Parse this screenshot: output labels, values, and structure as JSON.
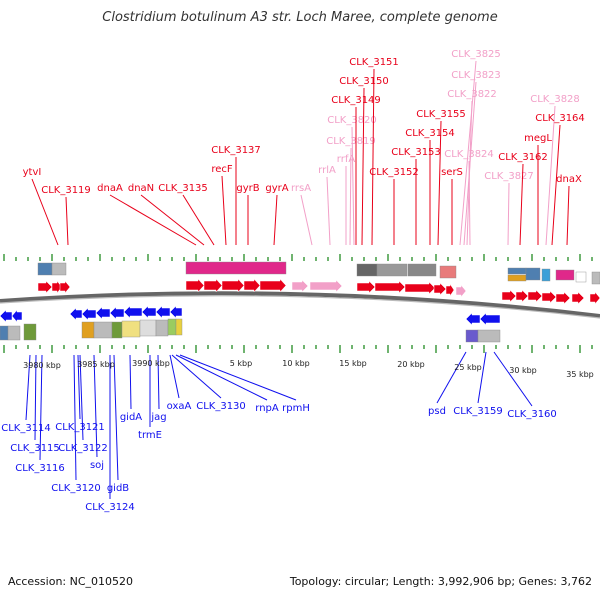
{
  "title": "Clostridium botulinum A3 str. Loch Maree, complete genome",
  "footer": {
    "accession": "Accession: NC_010520",
    "summary": "Topology: circular; Length: 3,992,906 bp; Genes: 3,762"
  },
  "colors": {
    "forward": "#e8001a",
    "reverse": "#1010ee",
    "rna": "#f2a0c8",
    "backbone": "#666666",
    "tick": "#228b22"
  },
  "scale_labels": [
    "3980 kbp",
    "3985 kbp",
    "3990 kbp",
    "5 kbp",
    "10 kbp",
    "15 kbp",
    "20 kbp",
    "25 kbp",
    "30 kbp",
    "35 kbp"
  ],
  "top_labels": [
    {
      "text": "ytvI",
      "kind": "gene"
    },
    {
      "text": "CLK_3119",
      "kind": "gene"
    },
    {
      "text": "dnaA",
      "kind": "gene"
    },
    {
      "text": "dnaN",
      "kind": "gene"
    },
    {
      "text": "CLK_3135",
      "kind": "gene"
    },
    {
      "text": "recF",
      "kind": "gene"
    },
    {
      "text": "CLK_3137",
      "kind": "gene"
    },
    {
      "text": "gyrB",
      "kind": "gene"
    },
    {
      "text": "gyrA",
      "kind": "gene"
    },
    {
      "text": "rrsA",
      "kind": "rna"
    },
    {
      "text": "rrlA",
      "kind": "rna"
    },
    {
      "text": "rrfA",
      "kind": "rna"
    },
    {
      "text": "CLK_3819",
      "kind": "rna"
    },
    {
      "text": "CLK_3820",
      "kind": "rna"
    },
    {
      "text": "CLK_3149",
      "kind": "gene"
    },
    {
      "text": "CLK_3150",
      "kind": "gene"
    },
    {
      "text": "CLK_3151",
      "kind": "gene"
    },
    {
      "text": "CLK_3152",
      "kind": "gene"
    },
    {
      "text": "CLK_3153",
      "kind": "gene"
    },
    {
      "text": "CLK_3154",
      "kind": "gene"
    },
    {
      "text": "CLK_3155",
      "kind": "gene"
    },
    {
      "text": "serS",
      "kind": "gene"
    },
    {
      "text": "CLK_3825",
      "kind": "rna"
    },
    {
      "text": "CLK_3823",
      "kind": "rna"
    },
    {
      "text": "CLK_3822",
      "kind": "rna"
    },
    {
      "text": "CLK_3824",
      "kind": "rna"
    },
    {
      "text": "CLK_3827",
      "kind": "rna"
    },
    {
      "text": "CLK_3162",
      "kind": "gene"
    },
    {
      "text": "megL",
      "kind": "gene"
    },
    {
      "text": "CLK_3828",
      "kind": "rna"
    },
    {
      "text": "CLK_3164",
      "kind": "gene"
    },
    {
      "text": "dnaX",
      "kind": "gene"
    }
  ],
  "bottom_labels": [
    {
      "text": "CLK_3114"
    },
    {
      "text": "CLK_3115"
    },
    {
      "text": "CLK_3116"
    },
    {
      "text": "CLK_3121"
    },
    {
      "text": "CLK_3122"
    },
    {
      "text": "CLK_3120"
    },
    {
      "text": "soj"
    },
    {
      "text": "gidB"
    },
    {
      "text": "CLK_3124"
    },
    {
      "text": "gidA"
    },
    {
      "text": "trmE"
    },
    {
      "text": "jag"
    },
    {
      "text": "oxaA"
    },
    {
      "text": "CLK_3130"
    },
    {
      "text": "rnpA"
    },
    {
      "text": "rpmH"
    },
    {
      "text": "psd"
    },
    {
      "text": "CLK_3159"
    },
    {
      "text": "CLK_3160"
    }
  ]
}
